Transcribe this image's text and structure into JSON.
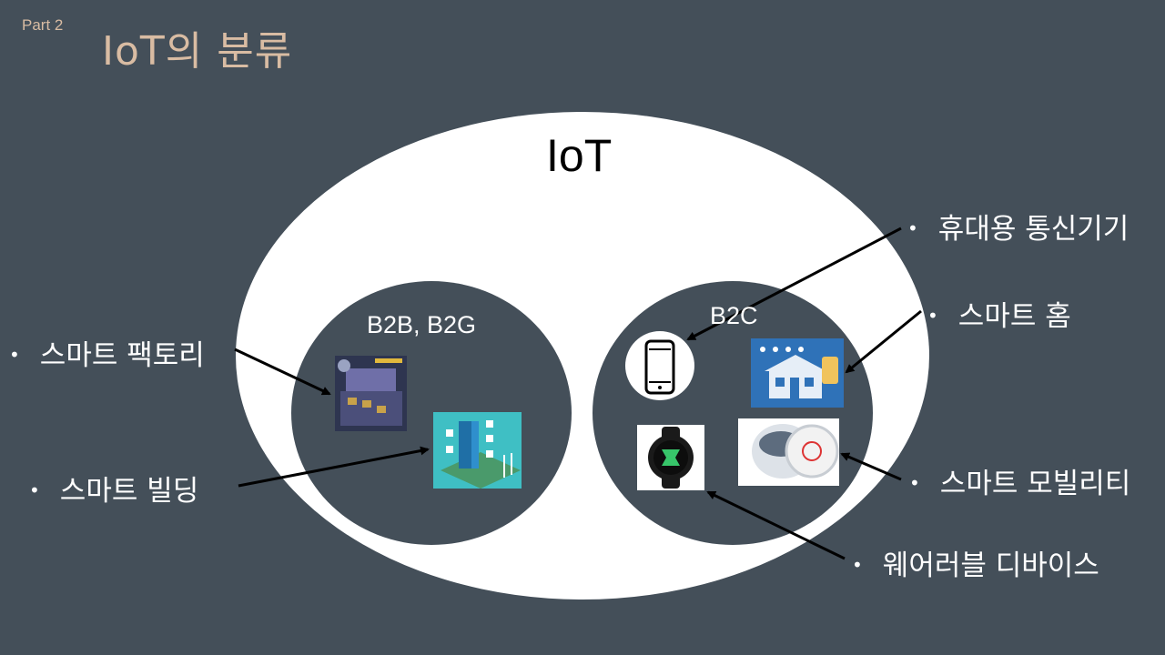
{
  "slide": {
    "part": "Part 2",
    "title": "IoT의 분류"
  },
  "diagram": {
    "outer_label": "IoT",
    "left_circle_label": "B2B, B2G",
    "right_circle_label": "B2C",
    "left_items": [
      {
        "label": "스마트 팩토리",
        "image_icon": "smart-factory-icon"
      },
      {
        "label": "스마트 빌딩",
        "image_icon": "smart-building-icon"
      }
    ],
    "right_items": [
      {
        "label": "휴대용 통신기기",
        "image_icon": "smartphone-icon"
      },
      {
        "label": "스마트 홈",
        "image_icon": "smart-home-icon"
      },
      {
        "label": "스마트 모빌리티",
        "image_icon": "smart-mobility-icon"
      },
      {
        "label": "웨어러블 디바이스",
        "image_icon": "smartwatch-icon"
      }
    ],
    "colors": {
      "background": "#444f59",
      "outer_circle": "#ffffff",
      "inner_circle": "#444f59",
      "title": "#d9bca3"
    }
  }
}
